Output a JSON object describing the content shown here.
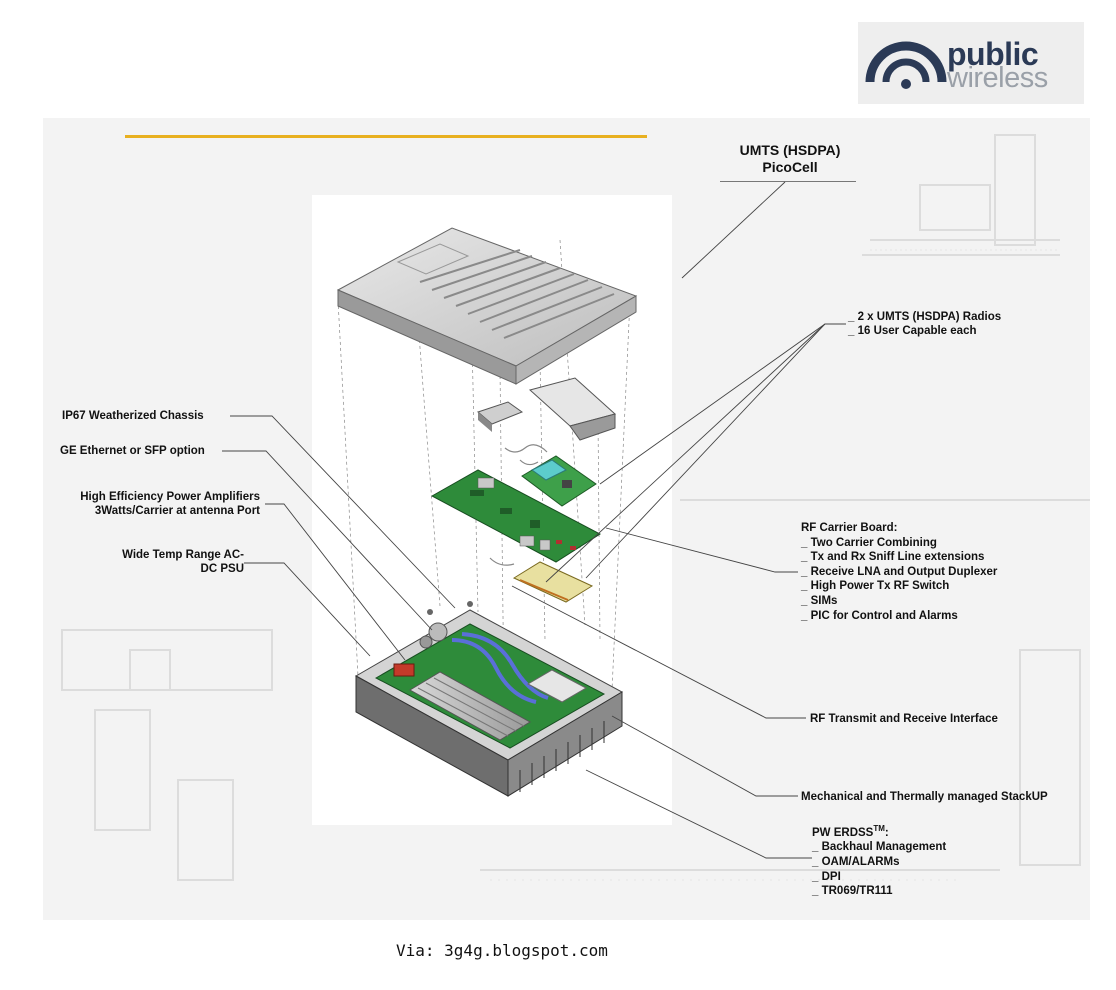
{
  "logo": {
    "word1": "public",
    "word2": "wireless"
  },
  "title": {
    "line1": "UMTS (HSDPA)",
    "line2": "PicoCell"
  },
  "left_callouts": {
    "chassis": "IP67 Weatherized Chassis",
    "ethernet": "GE Ethernet or SFP option",
    "amp_line1": "High Efficiency Power Amplifiers",
    "amp_line2": "3Watts/Carrier at antenna Port",
    "psu_line1": "Wide Temp Range AC-",
    "psu_line2": "DC PSU"
  },
  "radios": {
    "line1": "_ 2 x UMTS (HSDPA) Radios",
    "line2": "_ 16 User Capable each"
  },
  "rf_board": {
    "heading": "RF Carrier Board:",
    "items": [
      "_ Two Carrier Combining",
      "_ Tx and Rx Sniff Line extensions",
      "_ Receive LNA and Output Duplexer",
      "_ High Power Tx RF Switch",
      "_ SIMs",
      "_ PIC for Control and Alarms"
    ]
  },
  "rf_interface": "RF Transmit and Receive Interface",
  "stackup": "Mechanical and Thermally managed StackUP",
  "erdss": {
    "heading": "PW ERDSS",
    "tm": "TM",
    "colon": ":",
    "items": [
      "_ Backhaul Management",
      "_ OAM/ALARMs",
      "_ DPI",
      "_ TR069/TR111"
    ]
  },
  "via": "Via: 3g4g.blogspot.com",
  "colors": {
    "accent_line": "#e8b020",
    "logo_navy": "#2b3a56",
    "logo_grey": "#9aa0a8",
    "pcb_green": "#2e8b3a",
    "panel_bg": "#f3f3f3"
  }
}
